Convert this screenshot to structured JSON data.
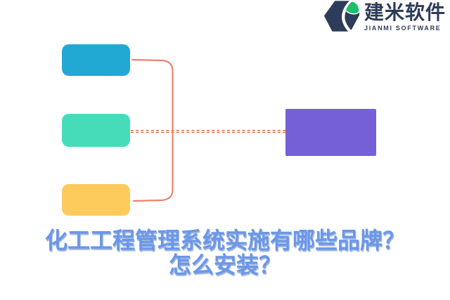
{
  "logo": {
    "brand_cn": "建米软件",
    "brand_en": "JIANMI SOFTWARE",
    "text_color": "#2d3c5a",
    "icon_navy": "#2d3c5a",
    "icon_green": "#1fbe6e"
  },
  "diagram": {
    "left_boxes": [
      {
        "name": "top-box",
        "color": "#22a9d3"
      },
      {
        "name": "middle-box",
        "color": "#46dcba"
      },
      {
        "name": "bottom-box",
        "color": "#fdca5c"
      }
    ],
    "right_box": {
      "name": "result-box",
      "color": "#7560d8"
    },
    "bracket_color": "#ee8270",
    "dash_color": "#d85938",
    "dash_gap_color": "#ffffff"
  },
  "title": {
    "line1": "化工工程管理系统实施有哪些品牌？",
    "line2": "怎么安装？",
    "color": "#6b97e8"
  }
}
